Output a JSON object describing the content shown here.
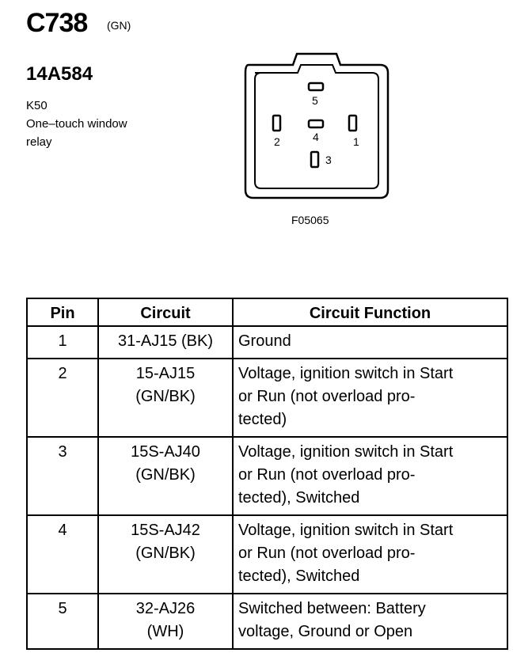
{
  "header": {
    "connector_id": "C738",
    "connector_color": "(GN)",
    "part_number": "14A584",
    "component_code": "K50",
    "description_line1": "One–touch window",
    "description_line2": "relay"
  },
  "diagram": {
    "figure_id": "F05065",
    "pins": [
      "1",
      "2",
      "3",
      "4",
      "5"
    ]
  },
  "table": {
    "headers": [
      "Pin",
      "Circuit",
      "Circuit Function"
    ],
    "rows": [
      {
        "pin": "1",
        "circuit": [
          "31-AJ15 (BK)"
        ],
        "function": [
          "Ground"
        ]
      },
      {
        "pin": "2",
        "circuit": [
          "15-AJ15",
          "(GN/BK)"
        ],
        "function": [
          "Voltage, ignition switch in Start",
          "or Run (not overload pro-",
          "tected)"
        ]
      },
      {
        "pin": "3",
        "circuit": [
          "15S-AJ40",
          "(GN/BK)"
        ],
        "function": [
          "Voltage, ignition switch in Start",
          "or Run (not overload pro-",
          "tected), Switched"
        ]
      },
      {
        "pin": "4",
        "circuit": [
          "15S-AJ42",
          "(GN/BK)"
        ],
        "function": [
          "Voltage, ignition switch in Start",
          "or Run (not overload pro-",
          "tected), Switched"
        ]
      },
      {
        "pin": "5",
        "circuit": [
          "32-AJ26",
          "(WH)"
        ],
        "function": [
          "Switched between: Battery",
          "voltage, Ground or Open"
        ]
      }
    ]
  }
}
